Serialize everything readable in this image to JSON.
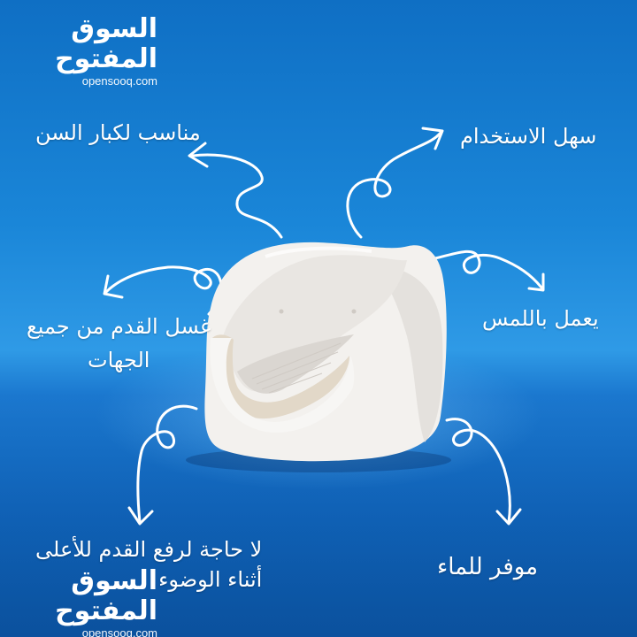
{
  "brand": {
    "arabic_name": "السوق المفتوح",
    "latin_name": "opensooq.com"
  },
  "features": {
    "elderly": "مناسب لكبار السن",
    "easy": "سهل الاستخدام",
    "wash_line1": "غسل القدم من جميع",
    "wash_line2": "الجهات",
    "touch": "يعمل باللمس",
    "no_lift_line1": "لا حاجة لرفع القدم للأعلى",
    "no_lift_line2": "أثناء الوضوء",
    "water": "موفر للماء"
  },
  "colors": {
    "background": "#1a86d8",
    "accent": "#ffffff"
  }
}
